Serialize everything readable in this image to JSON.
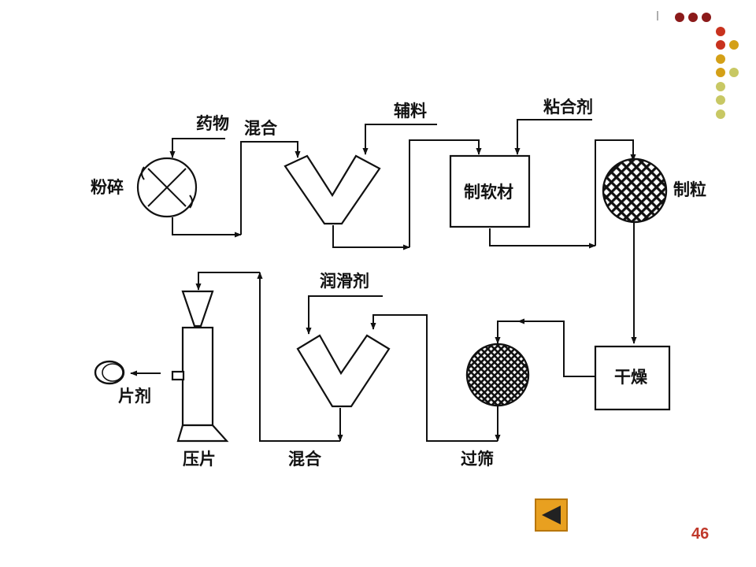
{
  "diagram": {
    "labels": {
      "yaowu": "药物",
      "hunhe_top": "混合",
      "fuliao": "辅料",
      "zhanheji": "粘合剂",
      "fensui": "粉碎",
      "zhiruancai": "制软材",
      "zhili": "制粒",
      "runhuaji": "润滑剂",
      "ganzao": "干燥",
      "pianji": "片剂",
      "yapian": "压片",
      "hunhe_bottom": "混合",
      "guoshai": "过筛"
    }
  },
  "slide": {
    "page_number": "46",
    "colors": {
      "accent_dark": "#8b1a1a",
      "accent_red": "#c8321e",
      "accent_gold": "#d4a017",
      "accent_yellow": "#c8c864",
      "nav_button": "#e8a020"
    },
    "nav_icon": "back-arrow-icon"
  }
}
